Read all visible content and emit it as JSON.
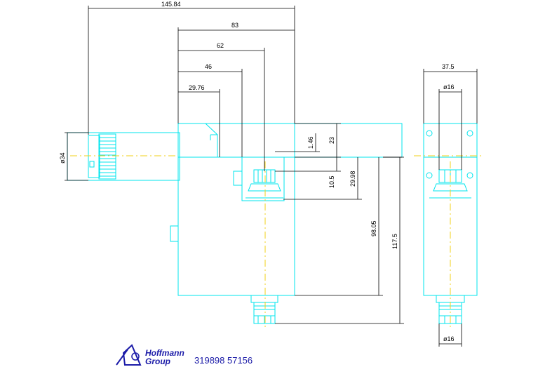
{
  "dimensions": {
    "top_overall": "145.84",
    "d83": "83",
    "d62": "62",
    "d46": "46",
    "d29_76": "29.76",
    "dia34": "ø34",
    "v1_46": "1.46",
    "v23": "23",
    "v10_5": "10.5",
    "v29_98": "29.98",
    "v98_05": "98.05",
    "v117_5": "117.5",
    "side_width": "37.5",
    "side_dia_top": "ø16",
    "side_dia_bottom": "ø16"
  },
  "logo": {
    "line1": "Hoffmann",
    "line2": "Group"
  },
  "part_number": "319898 57156",
  "colors": {
    "outline": "#00e5ee",
    "centerline": "#f2d21a",
    "dimension": "#000000",
    "logo": "#1b1ba8"
  }
}
